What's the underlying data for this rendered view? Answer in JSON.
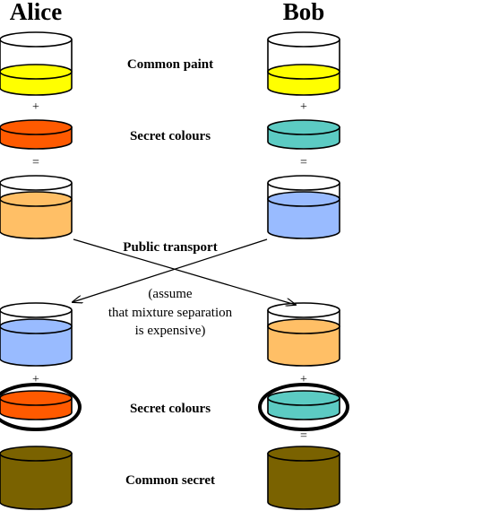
{
  "parties": {
    "left": "Alice",
    "right": "Bob"
  },
  "labels": {
    "common_paint": "Common paint",
    "secret_colours_1": "Secret colours",
    "public_transport": "Public transport",
    "secret_colours_2": "Secret colours",
    "common_secret": "Common secret"
  },
  "note_lines": [
    "(assume",
    "that mixture separation",
    "is expensive)"
  ],
  "operators": {
    "plus": "+",
    "equals": "="
  },
  "colors": {
    "common_paint": "#ffff00",
    "alice_secret": "#ff5a00",
    "bob_secret": "#5ccbc3",
    "alice_mix": "#ffbf66",
    "bob_mix": "#99bbff",
    "common_secret": "#7a6200",
    "outline": "#000000"
  }
}
